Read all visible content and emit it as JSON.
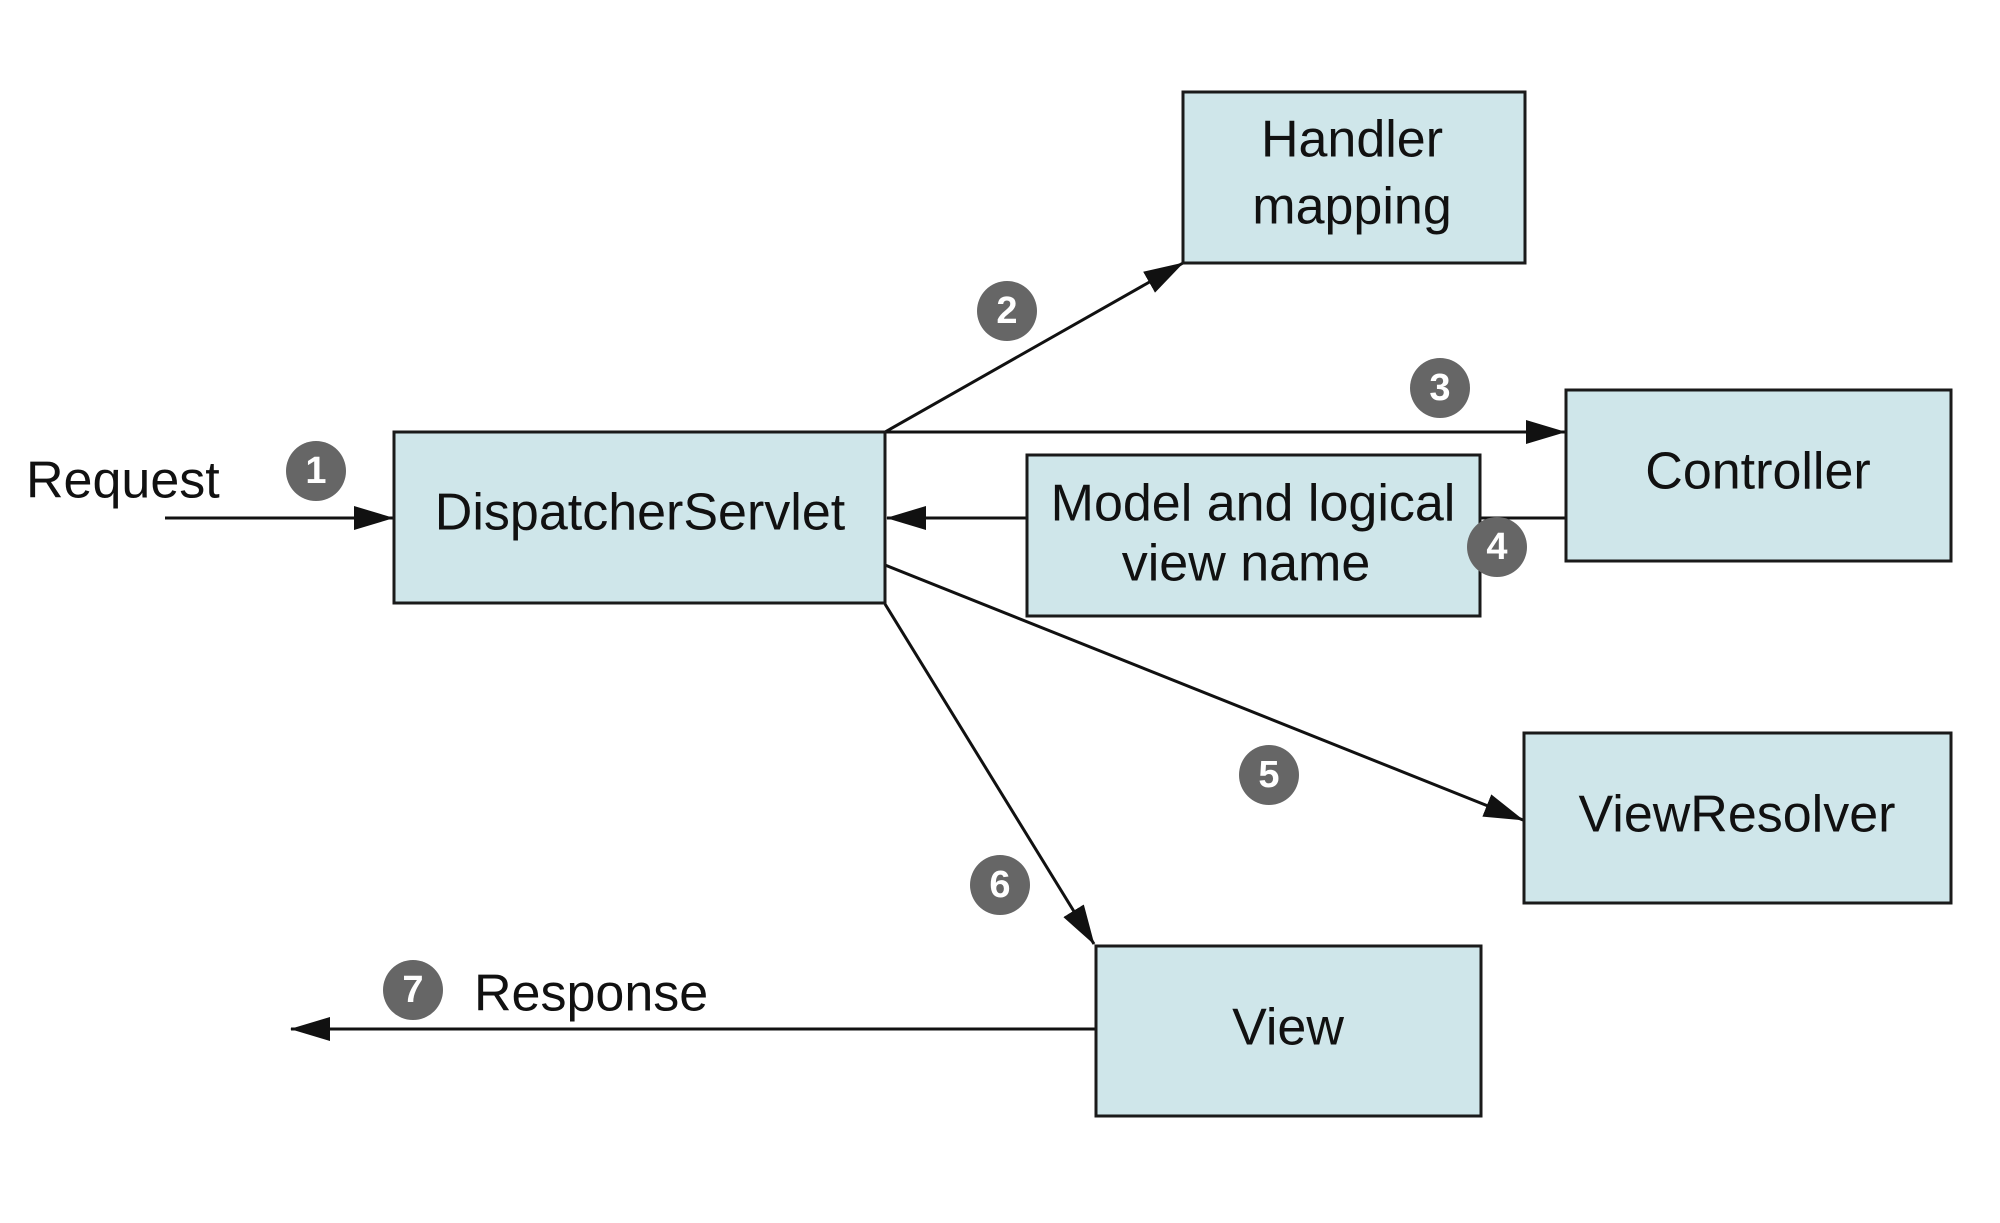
{
  "nodes": {
    "handler_mapping": {
      "line1": "Handler",
      "line2": "mapping"
    },
    "dispatcher_servlet": {
      "label": "DispatcherServlet"
    },
    "controller": {
      "label": "Controller"
    },
    "model_view": {
      "line1": "Model and logical",
      "line2": "view name"
    },
    "view_resolver": {
      "label": "ViewResolver"
    },
    "view": {
      "label": "View"
    }
  },
  "labels": {
    "request": "Request",
    "response": "Response"
  },
  "steps": [
    "1",
    "2",
    "3",
    "4",
    "5",
    "6",
    "7"
  ],
  "colors": {
    "box_fill": "#cfe6ea",
    "box_stroke": "#1a1a1a",
    "badge_fill": "#666666",
    "arrow": "#111111"
  }
}
